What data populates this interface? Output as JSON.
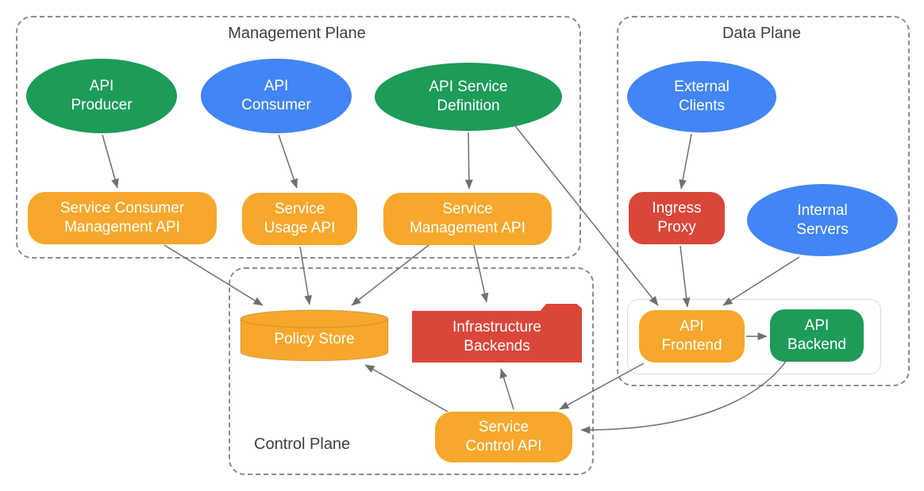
{
  "planes": {
    "management": {
      "title": "Management Plane"
    },
    "data_plane": {
      "title": "Data Plane"
    },
    "control": {
      "title": "Control Plane"
    }
  },
  "nodes": {
    "api_producer": {
      "label": "API\nProducer",
      "shape": "ellipse",
      "fill": "green"
    },
    "api_consumer": {
      "label": "API\nConsumer",
      "shape": "ellipse",
      "fill": "blue"
    },
    "api_service_definition": {
      "label": "API Service\nDefinition",
      "shape": "ellipse",
      "fill": "green"
    },
    "service_consumer_management_api": {
      "label": "Service Consumer\nManagement API",
      "shape": "rounded-rect",
      "fill": "orange"
    },
    "service_usage_api": {
      "label": "Service\nUsage API",
      "shape": "rounded-rect",
      "fill": "orange"
    },
    "service_management_api": {
      "label": "Service\nManagement API",
      "shape": "rounded-rect",
      "fill": "orange"
    },
    "external_clients": {
      "label": "External\nClients",
      "shape": "ellipse",
      "fill": "blue"
    },
    "ingress_proxy": {
      "label": "Ingress\nProxy",
      "shape": "rounded-rect",
      "fill": "red"
    },
    "internal_servers": {
      "label": "Internal\nServers",
      "shape": "ellipse",
      "fill": "blue"
    },
    "api_frontend": {
      "label": "API\nFrontend",
      "shape": "rounded-rect",
      "fill": "orange"
    },
    "api_backend": {
      "label": "API\nBackend",
      "shape": "rounded-rect",
      "fill": "green"
    },
    "policy_store": {
      "label": "Policy Store",
      "shape": "cylinder",
      "fill": "orange"
    },
    "infrastructure_backends": {
      "label": "Infrastructure\nBackends",
      "shape": "folder",
      "fill": "red"
    },
    "service_control_api": {
      "label": "Service\nControl API",
      "shape": "rounded-rect",
      "fill": "orange"
    }
  },
  "edges": [
    {
      "from": "api_producer",
      "to": "service_consumer_management_api"
    },
    {
      "from": "api_consumer",
      "to": "service_usage_api"
    },
    {
      "from": "api_service_definition",
      "to": "service_management_api"
    },
    {
      "from": "api_service_definition",
      "to": "api_frontend"
    },
    {
      "from": "service_consumer_management_api",
      "to": "policy_store"
    },
    {
      "from": "service_usage_api",
      "to": "policy_store"
    },
    {
      "from": "service_management_api",
      "to": "policy_store"
    },
    {
      "from": "service_management_api",
      "to": "infrastructure_backends"
    },
    {
      "from": "external_clients",
      "to": "ingress_proxy"
    },
    {
      "from": "ingress_proxy",
      "to": "api_frontend"
    },
    {
      "from": "internal_servers",
      "to": "api_frontend"
    },
    {
      "from": "api_frontend",
      "to": "api_backend"
    },
    {
      "from": "api_frontend",
      "to": "service_control_api"
    },
    {
      "from": "api_backend",
      "to": "service_control_api"
    },
    {
      "from": "service_control_api",
      "to": "policy_store"
    },
    {
      "from": "service_control_api",
      "to": "infrastructure_backends"
    }
  ],
  "colors": {
    "green": "#1D9B59",
    "blue": "#4285F4",
    "orange": "#F7A82C",
    "red": "#DB463A",
    "arrow": "#6F6F6F",
    "plane_border": "#8C8C8C",
    "plane_title_text": "#3C4043",
    "inner_container_border": "#DADCE0",
    "node_label_text": "#FFFFFF",
    "background": "#FFFFFF"
  }
}
